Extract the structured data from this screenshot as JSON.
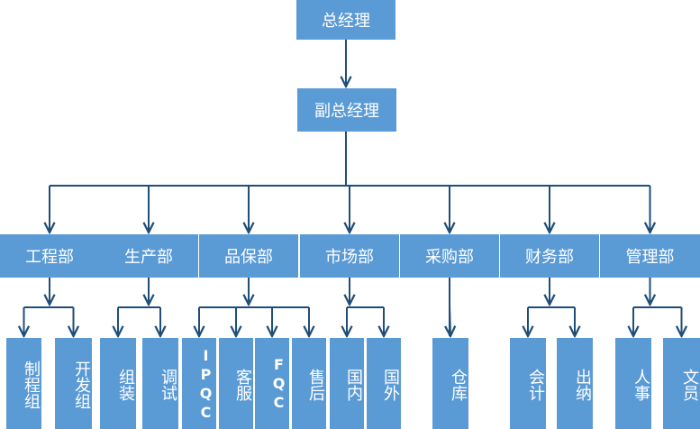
{
  "chart": {
    "ceo": "总经理",
    "vice": "副总经理",
    "departments": [
      {
        "name": "工程部",
        "subs": [
          "制程组",
          "开发组"
        ]
      },
      {
        "name": "生产部",
        "subs": [
          "组装",
          "调试"
        ]
      },
      {
        "name": "品保部",
        "subs": [
          "IPQC",
          "客服",
          "FQC",
          "售后"
        ]
      },
      {
        "name": "市场部",
        "subs": [
          "国内",
          "国外"
        ]
      },
      {
        "name": "采购部",
        "subs": [
          "仓库"
        ]
      },
      {
        "name": "财务部",
        "subs": [
          "会计",
          "出纳"
        ]
      },
      {
        "name": "管理部",
        "subs": [
          "人事",
          "文员"
        ]
      }
    ]
  },
  "colors": {
    "box": "#5b9bd5",
    "line": "#1f4e79",
    "text": "#ffffff"
  }
}
